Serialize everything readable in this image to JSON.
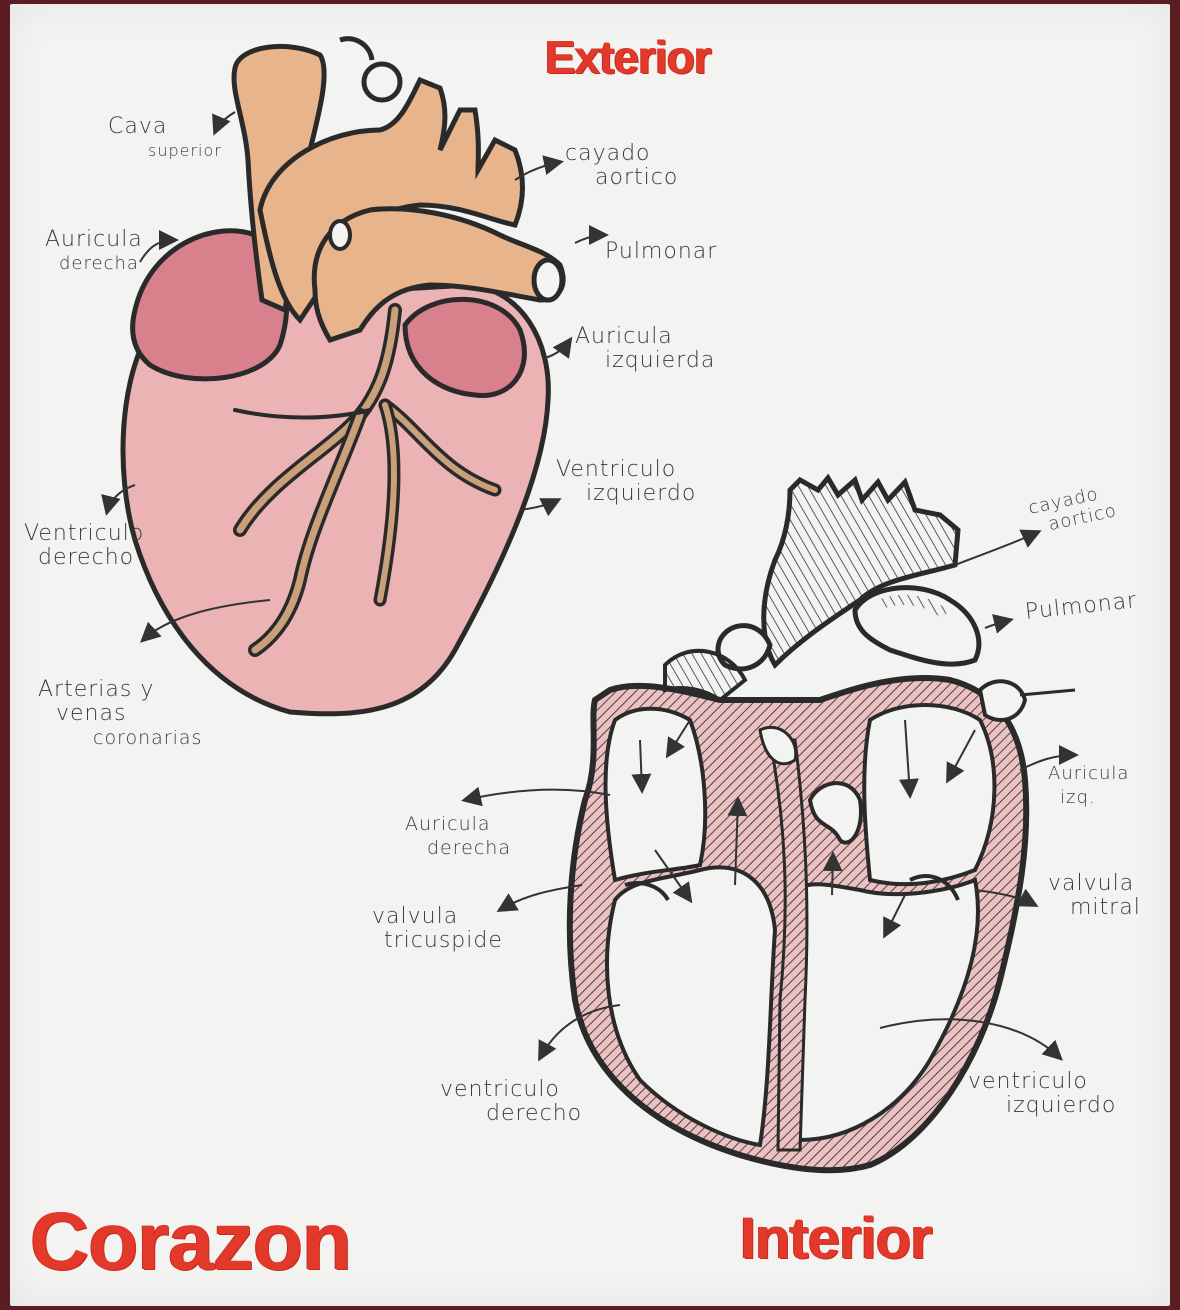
{
  "titles": {
    "main": "Corazon",
    "exterior": "Exterior",
    "interior": "Interior"
  },
  "exterior_labels": {
    "cava_superior": [
      "Cava",
      "superior"
    ],
    "cayado_aortico": [
      "cayado",
      "aortico"
    ],
    "auricula_derecha": [
      "Auricula",
      "derecha"
    ],
    "pulmonar": "Pulmonar",
    "auricula_izquierda": [
      "Auricula",
      "izquierda"
    ],
    "ventriculo_izquierdo": [
      "Ventriculo",
      "izquierdo"
    ],
    "ventriculo_derecho": [
      "Ventriculo",
      "derecho"
    ],
    "arterias_venas": [
      "Arterias y",
      "venas",
      "coronarias"
    ]
  },
  "interior_labels": {
    "cayado_aortico": [
      "cayado",
      "aortico"
    ],
    "pulmonar": "Pulmonar",
    "auricula_derecha": [
      "Auricula",
      "derecha"
    ],
    "auricula_izq": [
      "Auricula",
      "izq."
    ],
    "valvula_tricuspide": [
      "valvula",
      "tricuspide"
    ],
    "valvula_mitral": [
      "valvula",
      "mitral"
    ],
    "ventriculo_derecho": [
      "ventriculo",
      "derecho"
    ],
    "ventriculo_izquierdo": [
      "ventriculo",
      "izquierdo"
    ]
  },
  "colors": {
    "title_red": "#e3392a",
    "vessel_orange": "#e8b48c",
    "atrium_pink": "#d9808c",
    "ventricle_pink": "#eab2b2",
    "outline": "#2a2a2a"
  }
}
